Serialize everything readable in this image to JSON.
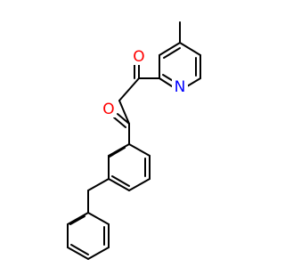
{
  "molecule": {
    "atom_labels": {
      "pyridine_nitrogen": "N",
      "carbonyl_oxygen_top": "O",
      "carbonyl_oxygen_left": "O"
    },
    "colors": {
      "bond": "#000000",
      "oxygen": "#ff0000",
      "nitrogen": "#0000ff",
      "background": "#ffffff"
    }
  }
}
